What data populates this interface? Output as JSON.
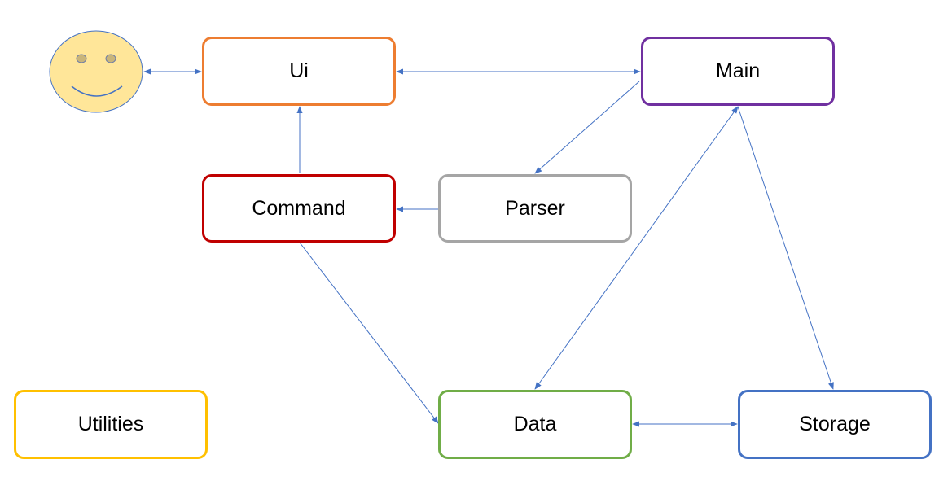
{
  "boxes": {
    "ui": {
      "label": "Ui",
      "color": "#ED7D31"
    },
    "main": {
      "label": "Main",
      "color": "#7030A0"
    },
    "command": {
      "label": "Command",
      "color": "#C00000"
    },
    "parser": {
      "label": "Parser",
      "color": "#A5A5A5"
    },
    "utilities": {
      "label": "Utilities",
      "color": "#FFC000"
    },
    "data": {
      "label": "Data",
      "color": "#70AD47"
    },
    "storage": {
      "label": "Storage",
      "color": "#4472C4"
    }
  },
  "user": {
    "icon": "smiley-face-icon",
    "fill": "#FFE699",
    "stroke": "#4472C4"
  },
  "connector_color": "#4472C4",
  "connections": [
    {
      "from": "user",
      "to": "ui",
      "bidirectional": true
    },
    {
      "from": "ui",
      "to": "main",
      "bidirectional": true
    },
    {
      "from": "main",
      "to": "parser",
      "bidirectional": false
    },
    {
      "from": "parser",
      "to": "command",
      "bidirectional": false
    },
    {
      "from": "command",
      "to": "ui",
      "bidirectional": false
    },
    {
      "from": "command",
      "to": "data",
      "bidirectional": false
    },
    {
      "from": "main",
      "to": "data",
      "bidirectional": true
    },
    {
      "from": "main",
      "to": "storage",
      "bidirectional": false
    },
    {
      "from": "data",
      "to": "storage",
      "bidirectional": true
    }
  ]
}
